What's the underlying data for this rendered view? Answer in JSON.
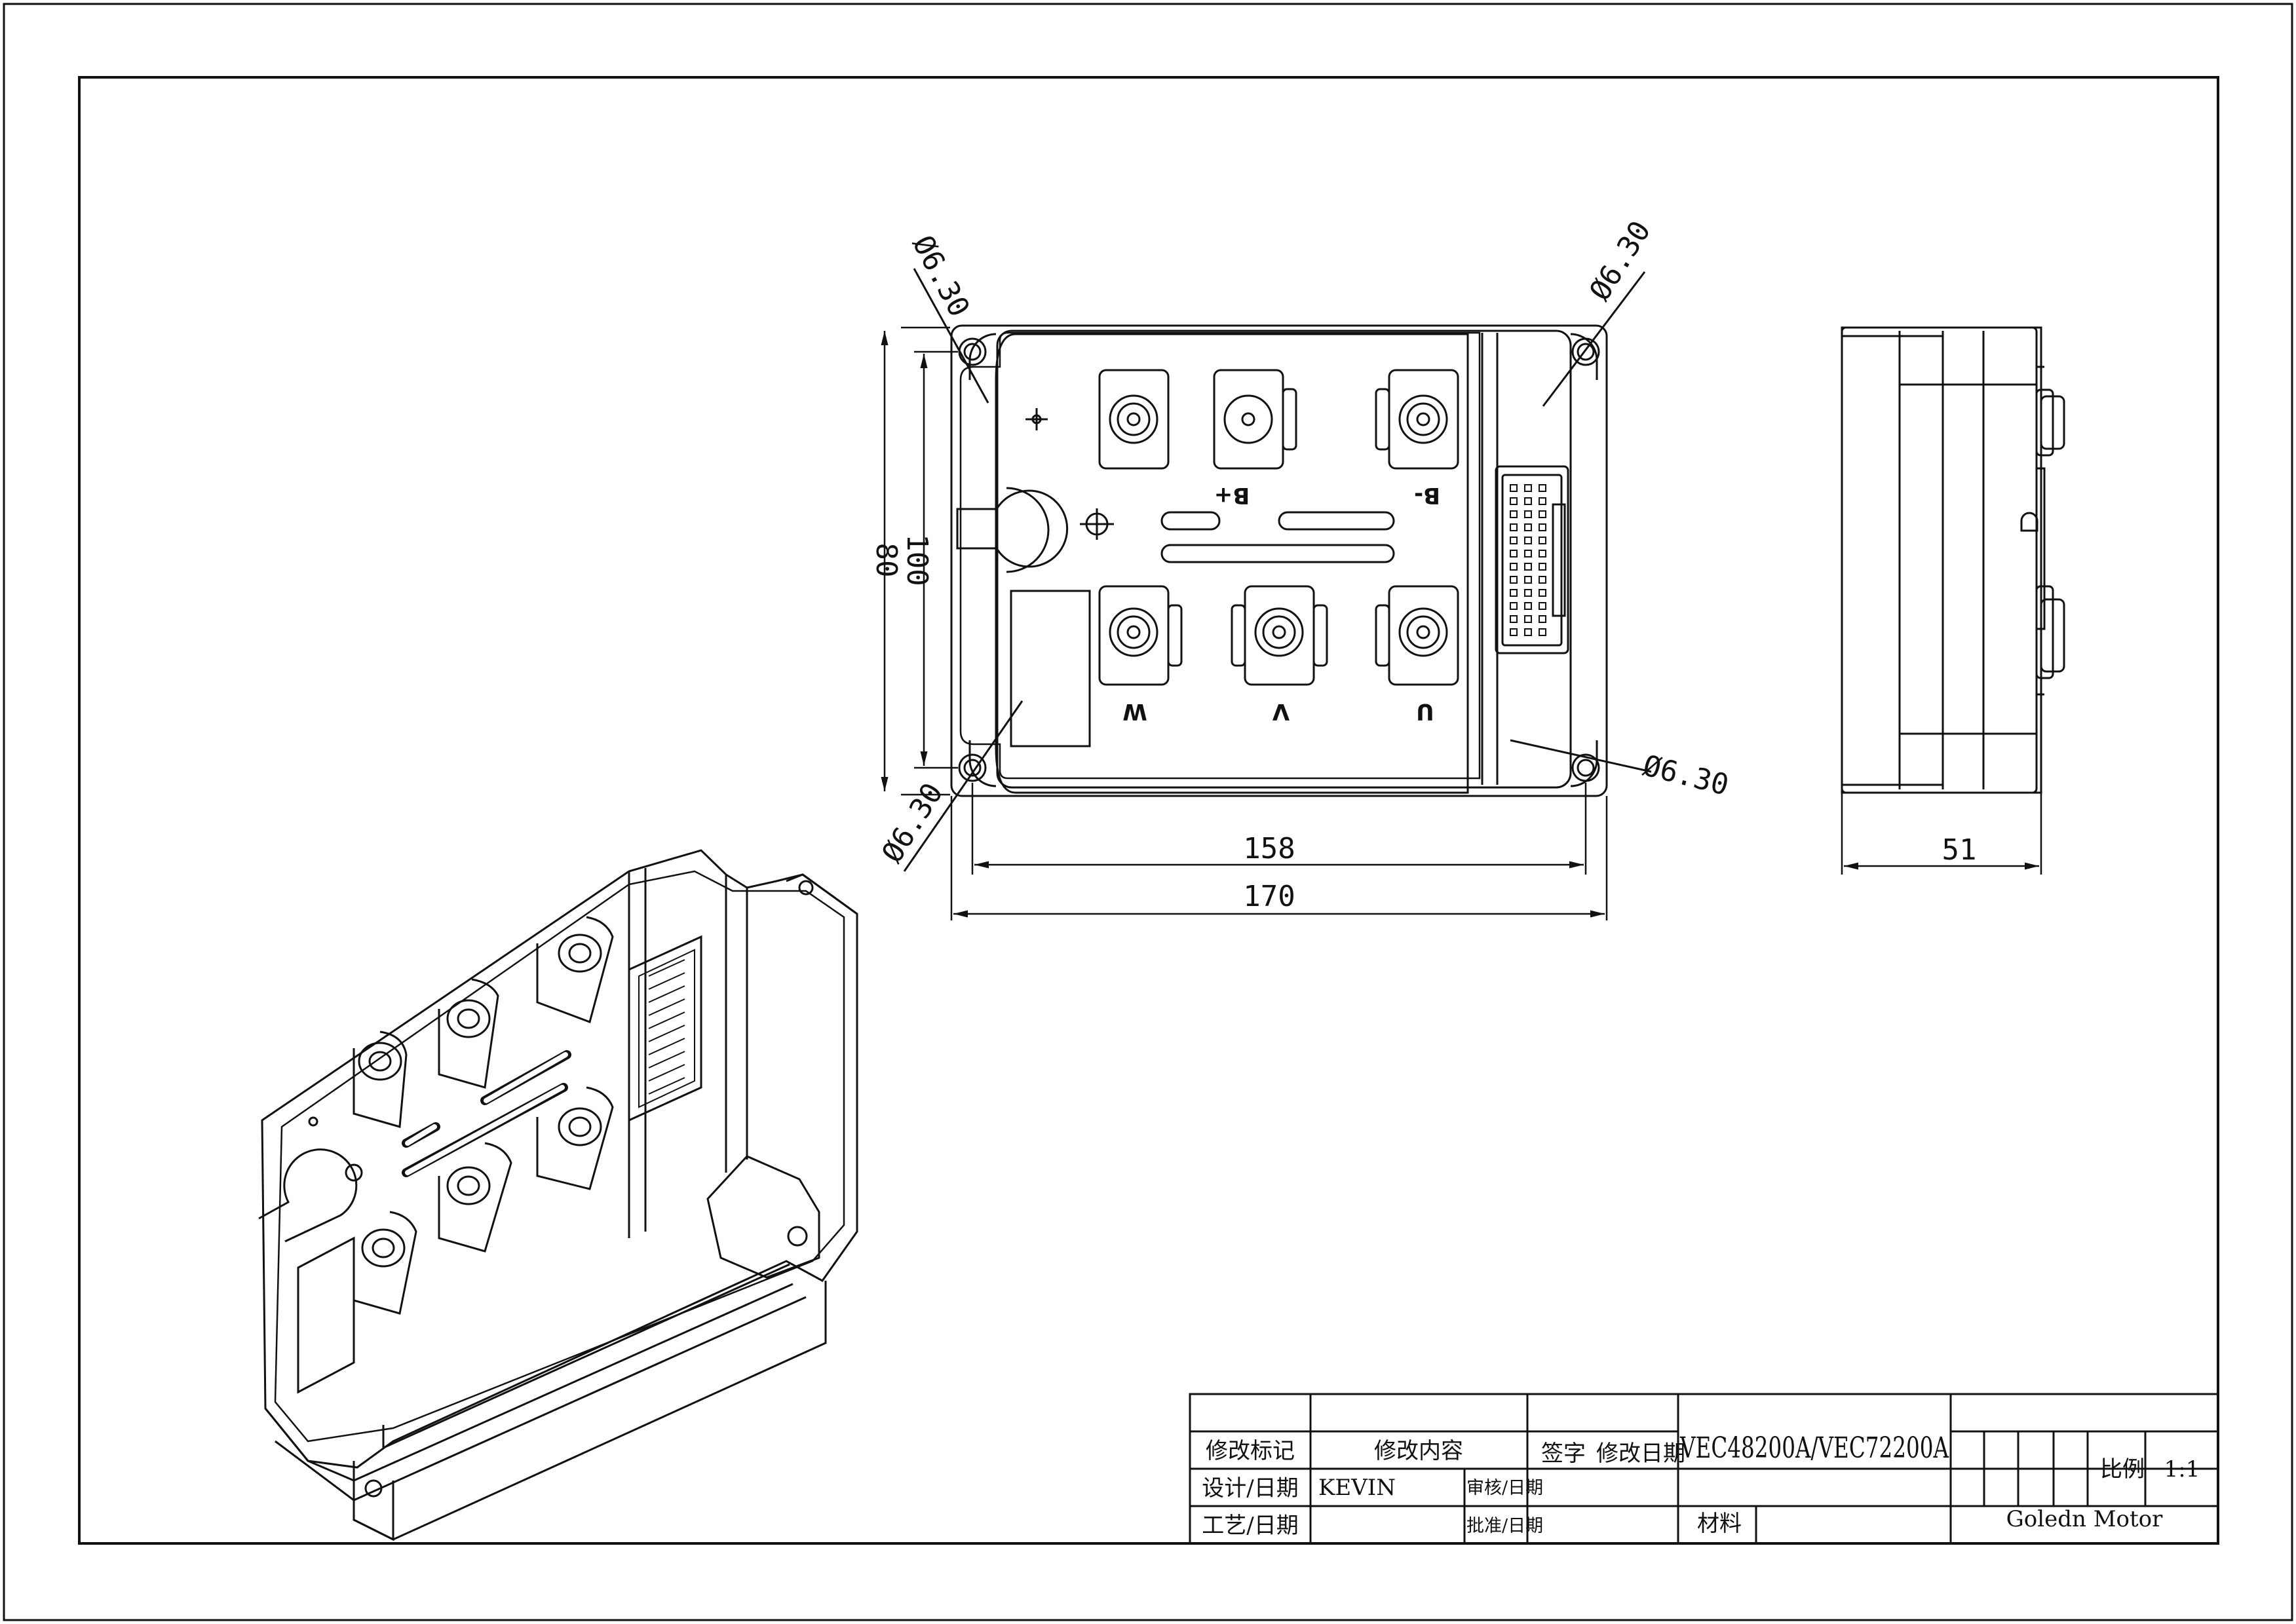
{
  "dimensions": {
    "hole_tl": "Ø6.30",
    "hole_tr": "Ø6.30",
    "hole_bl": "Ø6.30",
    "hole_br": "Ø6.30",
    "height_inner": "80",
    "height_outer": "100",
    "width_inner": "158",
    "width_outer": "170",
    "depth": "51"
  },
  "terminals": {
    "top": [
      "B+",
      "B-"
    ],
    "bottom": [
      "W",
      "V",
      "U"
    ]
  },
  "title_block": {
    "rev_mark": "修改标记",
    "rev_content": "修改内容",
    "signature": "签字",
    "rev_date": "修改日期",
    "design_date": "设计/日期",
    "designer": "KEVIN",
    "review_date": "审核/日期",
    "process_date": "工艺/日期",
    "approve_date": "批准/日期",
    "model": "VEC48200A/VEC72200A",
    "material": "材料",
    "scale_label": "比例",
    "scale": "1:1",
    "company": "Goledn Motor"
  }
}
